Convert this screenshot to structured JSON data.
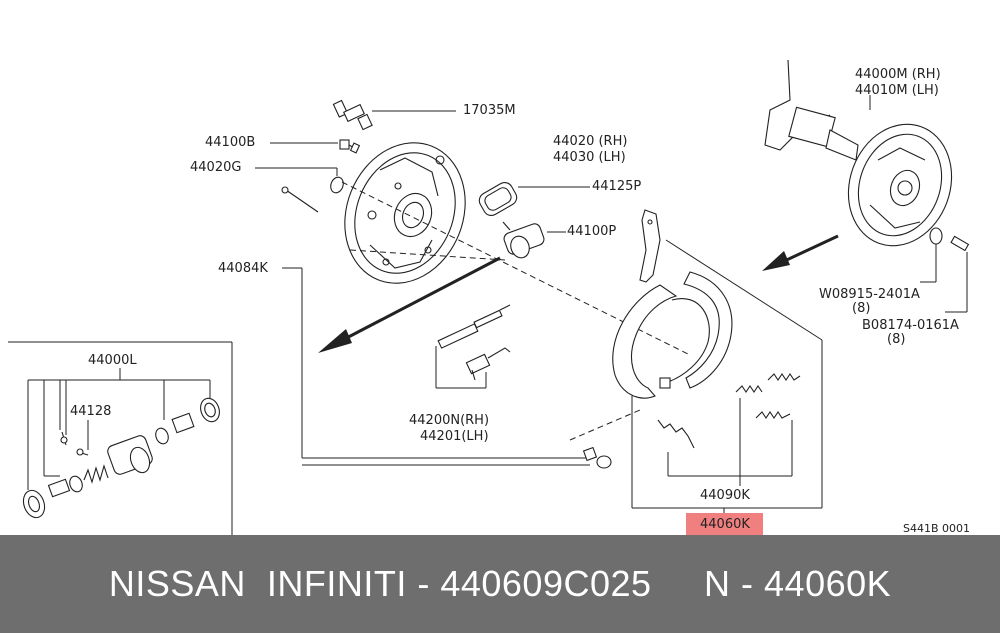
{
  "diagram": {
    "ref_code": "S441B 0001",
    "labels": {
      "p17035M": "17035M",
      "p44100B": "44100B",
      "p44020G": "44020G",
      "p44020_rh": "44020 (RH)",
      "p44030_lh": "44030 (LH)",
      "p44125P": "44125P",
      "p44100P": "44100P",
      "p44084K": "44084K",
      "p44000L": "44000L",
      "p44128": "44128",
      "p44200N_rh": "44200N(RH)",
      "p44201_lh": "44201(LH)",
      "p44090K": "44090K",
      "p44060K": "44060K",
      "p44000M_rh": "44000M (RH)",
      "p44010M_lh": "44010M (LH)",
      "w08915": "W08915-2401A",
      "w_qty": "(8)",
      "b08174": "B08174-0161A",
      "b_qty": "(8)"
    },
    "highlight_color": "#f08080"
  },
  "footer": {
    "text": "NISSAN  INFINITI - 440609C025     N - 44060K",
    "background": "#6e6e6e"
  }
}
